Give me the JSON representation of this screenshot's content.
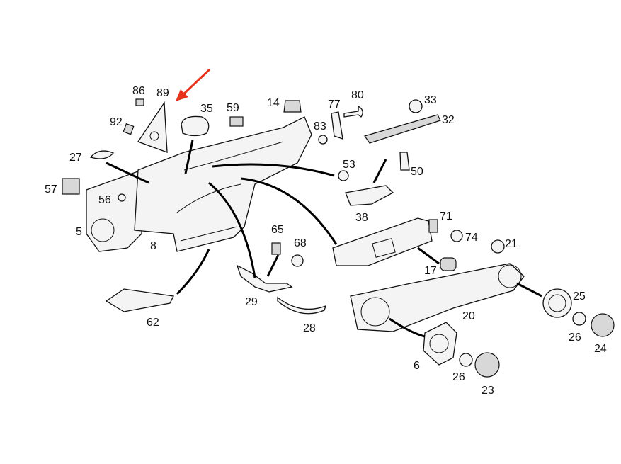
{
  "title": "Front door trim panel parts diagram",
  "highlight_color": "#e8341c",
  "highlighted_part": "89",
  "labels": {
    "p86": "86",
    "p89": "89",
    "p35": "35",
    "p59": "59",
    "p14": "14",
    "p77": "77",
    "p80": "80",
    "p33": "33",
    "p32": "32",
    "p92": "92",
    "p83": "83",
    "p27": "27",
    "p53": "53",
    "p50": "50",
    "p57": "57",
    "p56": "56",
    "p71": "71",
    "p38": "38",
    "p5": "5",
    "p65": "65",
    "p74": "74",
    "p68": "68",
    "p21": "21",
    "p8": "8",
    "p17": "17",
    "p29": "29",
    "p25": "25",
    "p20": "20",
    "p62": "62",
    "p28": "28",
    "p26a": "26",
    "p24": "24",
    "p6": "6",
    "p26b": "26",
    "p23": "23"
  }
}
